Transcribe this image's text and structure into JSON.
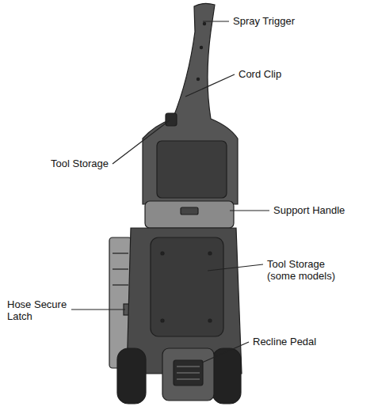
{
  "diagram": {
    "labels": [
      "Spray Trigger",
      "Cord Clip",
      "Tool Storage",
      "Support Handle",
      "Tool Storage (some models)",
      "Hose Secure Latch",
      "Recline Pedal"
    ]
  }
}
